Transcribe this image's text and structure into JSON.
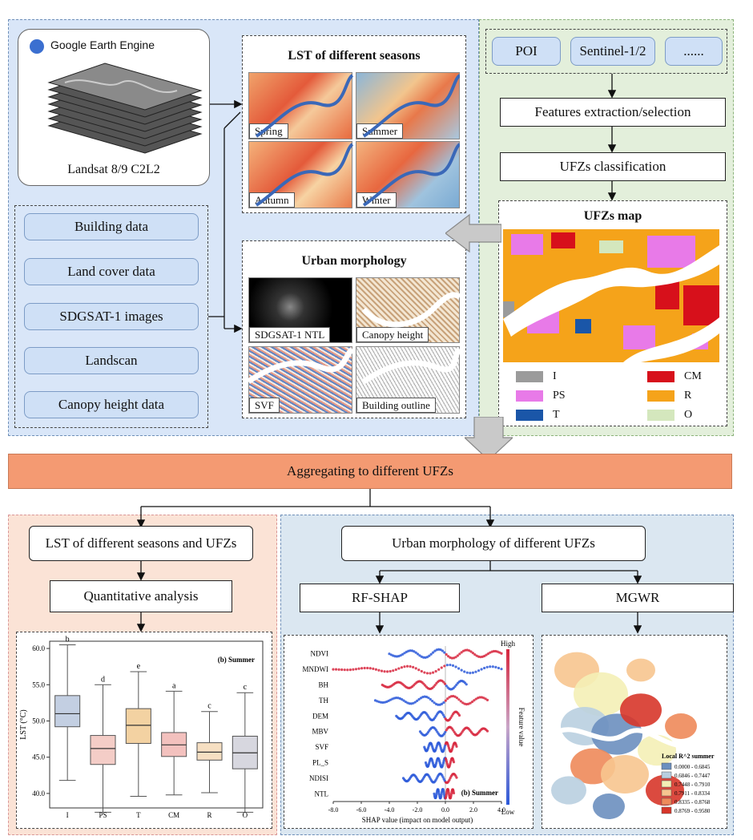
{
  "gee": {
    "name": "Google Earth Engine",
    "product": "Landsat 8/9 C2L2"
  },
  "lst_seasons": {
    "title": "LST of different seasons",
    "seasons": [
      "Spring",
      "Summer",
      "Autumn",
      "Winter"
    ]
  },
  "data_sources": [
    "Building data",
    "Land cover data",
    "SDGSAT-1 images",
    "Landscan",
    "Canopy height data"
  ],
  "morphology": {
    "title": "Urban morphology",
    "items": [
      "SDGSAT-1 NTL",
      "Canopy height",
      "SVF",
      "Building outline"
    ]
  },
  "inputs": [
    "POI",
    "Sentinel-1/2",
    "......"
  ],
  "steps": {
    "features": "Features extraction/selection",
    "classification": "UFZs classification"
  },
  "ufz_map": {
    "title": "UFZs map",
    "legend": [
      {
        "code": "I",
        "color": "#9b9b9b"
      },
      {
        "code": "CM",
        "color": "#d7101b"
      },
      {
        "code": "PS",
        "color": "#e87ae8"
      },
      {
        "code": "R",
        "color": "#f5a31a"
      },
      {
        "code": "T",
        "color": "#1a56a8"
      },
      {
        "code": "O",
        "color": "#d4e7bd"
      }
    ]
  },
  "aggregate": "Aggregating to different UFZs",
  "left_flow": {
    "lst_ufz": "LST of different seasons and UFZs",
    "quant": "Quantitative analysis"
  },
  "right_flow": {
    "morph_ufz": "Urban morphology of different UFZs",
    "rf": "RF-SHAP",
    "mgwr": "MGWR"
  },
  "boxplot": {
    "panel_label": "(b) Summer",
    "ylabel": "LST (°C)",
    "yticks": [
      "40.0",
      "45.0",
      "50.0",
      "55.0",
      "60.0"
    ],
    "ylim": [
      38,
      61
    ],
    "categories": [
      "I",
      "PS",
      "T",
      "CM",
      "R",
      "O"
    ],
    "letters": [
      "b",
      "d",
      "e",
      "a",
      "c",
      "c"
    ],
    "colors": [
      "#c3cfe2",
      "#f4cdc7",
      "#f3d2a2",
      "#f3c1be",
      "#f6dfc2",
      "#d7d7df"
    ],
    "stats": [
      {
        "min": 41.8,
        "q1": 49.2,
        "med": 51.0,
        "q3": 53.5,
        "max": 60.5
      },
      {
        "min": 37.4,
        "q1": 44.0,
        "med": 46.2,
        "q3": 48.0,
        "max": 55.0
      },
      {
        "min": 39.6,
        "q1": 46.9,
        "med": 49.4,
        "q3": 51.7,
        "max": 56.8
      },
      {
        "min": 39.8,
        "q1": 45.1,
        "med": 46.7,
        "q3": 48.4,
        "max": 54.1
      },
      {
        "min": 40.1,
        "q1": 44.6,
        "med": 45.7,
        "q3": 47.0,
        "max": 51.3
      },
      {
        "min": 37.4,
        "q1": 43.4,
        "med": 45.6,
        "q3": 47.9,
        "max": 53.9
      }
    ]
  },
  "shap": {
    "panel_label": "(b) Summer",
    "features": [
      "NDVI",
      "MNDWI",
      "BH",
      "TH",
      "DEM",
      "MBV",
      "SVF",
      "PL_S",
      "NDISI",
      "NTL"
    ],
    "xticks": [
      "-8.0",
      "-6.0",
      "-4.0",
      "-2.0",
      "0.0",
      "2.0",
      "4.0"
    ],
    "xlabel": "SHAP value (impact on model output)",
    "color_label": "Feature value",
    "high": "High",
    "low": "Low",
    "high_color": "#d7263d",
    "low_color": "#2b59d9"
  },
  "mgwr_legend": {
    "title": "Local R^2 summer",
    "classes": [
      {
        "range": "0.0000 - 0.6845",
        "color": "#6b8fbf"
      },
      {
        "range": "0.6846 - 0.7447",
        "color": "#b9cfe0"
      },
      {
        "range": "0.7448 - 0.7910",
        "color": "#f4efb6"
      },
      {
        "range": "0.7911 - 0.8334",
        "color": "#f7c58f"
      },
      {
        "range": "0.8335 - 0.8768",
        "color": "#ee8a5a"
      },
      {
        "range": "0.8769 - 0.9580",
        "color": "#d7362a"
      }
    ]
  }
}
